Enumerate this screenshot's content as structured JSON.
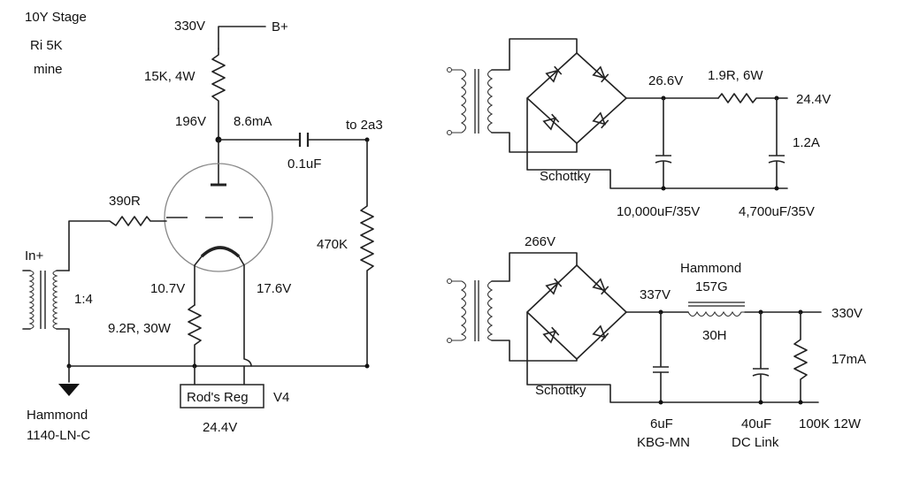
{
  "stage": {
    "title": "10Y Stage",
    "ri": "Ri 5K",
    "note": "mine",
    "b_plus_voltage": "330V",
    "b_plus": "B+",
    "plate_resistor": "15K, 4W",
    "plate_voltage": "196V",
    "plate_current": "8.6mA",
    "coupling_cap": "0.1uF",
    "output_to": "to 2a3",
    "grid_leak": "470K",
    "grid_stopper": "390R",
    "input": "In+",
    "input_ratio": "1:4",
    "cathode_left_voltage": "10.7V",
    "cathode_right_voltage": "17.6V",
    "cathode_resistor": "9.2R, 30W",
    "regulator": "Rod's Reg",
    "tube": "V4",
    "filament_voltage": "24.4V",
    "input_transformer_line1": "Hammond",
    "input_transformer_line2": "1140-LN-C"
  },
  "filament_supply": {
    "rect_voltage": "26.6V",
    "series_resistor": "1.9R, 6W",
    "output_voltage": "24.4V",
    "current": "1.2A",
    "diode_type": "Schottky",
    "cap1": "10,000uF/35V",
    "cap2": "4,700uF/35V"
  },
  "ht_supply": {
    "secondary_voltage": "266V",
    "rect_voltage": "337V",
    "choke_line1": "Hammond",
    "choke_line2": "157G",
    "choke_value": "30H",
    "output_voltage": "330V",
    "bleeder_current": "17mA",
    "diode_type": "Schottky",
    "cap1_value": "6uF",
    "cap1_type": "KBG-MN",
    "cap2_value": "40uF",
    "cap2_type": "DC Link",
    "bleeder": "100K 12W"
  }
}
